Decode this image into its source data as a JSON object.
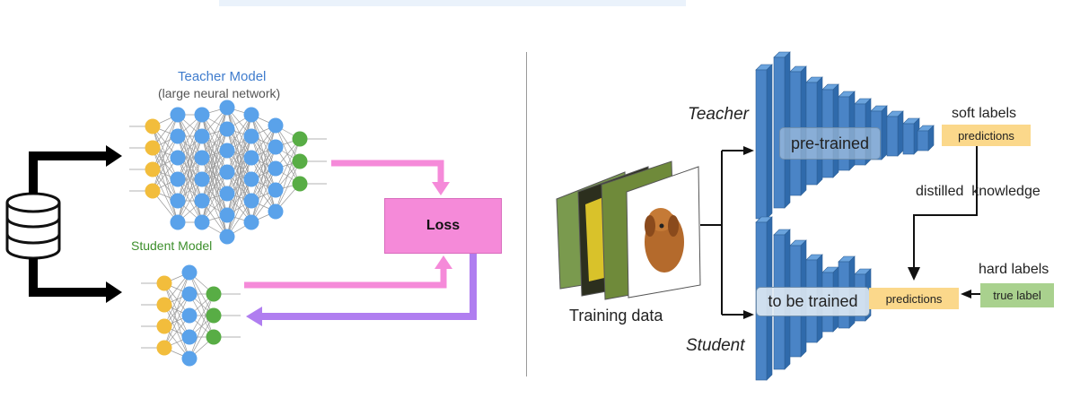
{
  "left_panel": {
    "teacher_title": "Teacher Model",
    "teacher_subtitle": "(large neural network)",
    "student_title": "Student Model",
    "loss_label": "Loss",
    "colors": {
      "input_node": "#f2bd3c",
      "hidden_node": "#5aa2ea",
      "output_node": "#58ad45",
      "loss_box": "#f58ad9",
      "feedback_arrow": "#b07ef0"
    },
    "icons": [
      "database-icon"
    ]
  },
  "right_panel": {
    "teacher_label": "Teacher",
    "student_label": "Student",
    "pretrained_label": "pre-trained",
    "to_be_trained_label": "to be trained",
    "soft_labels": "soft labels",
    "predictions_top": "predictions",
    "distilled_knowledge": "distilled  knowledge",
    "hard_labels": "hard labels",
    "true_label": "true label",
    "predictions_bottom": "predictions",
    "training_data_label": "Training data",
    "colors": {
      "layer_front": "#4a84c6",
      "predictions_fill": "#fbd88b",
      "true_label_fill": "#a9d18e"
    }
  }
}
